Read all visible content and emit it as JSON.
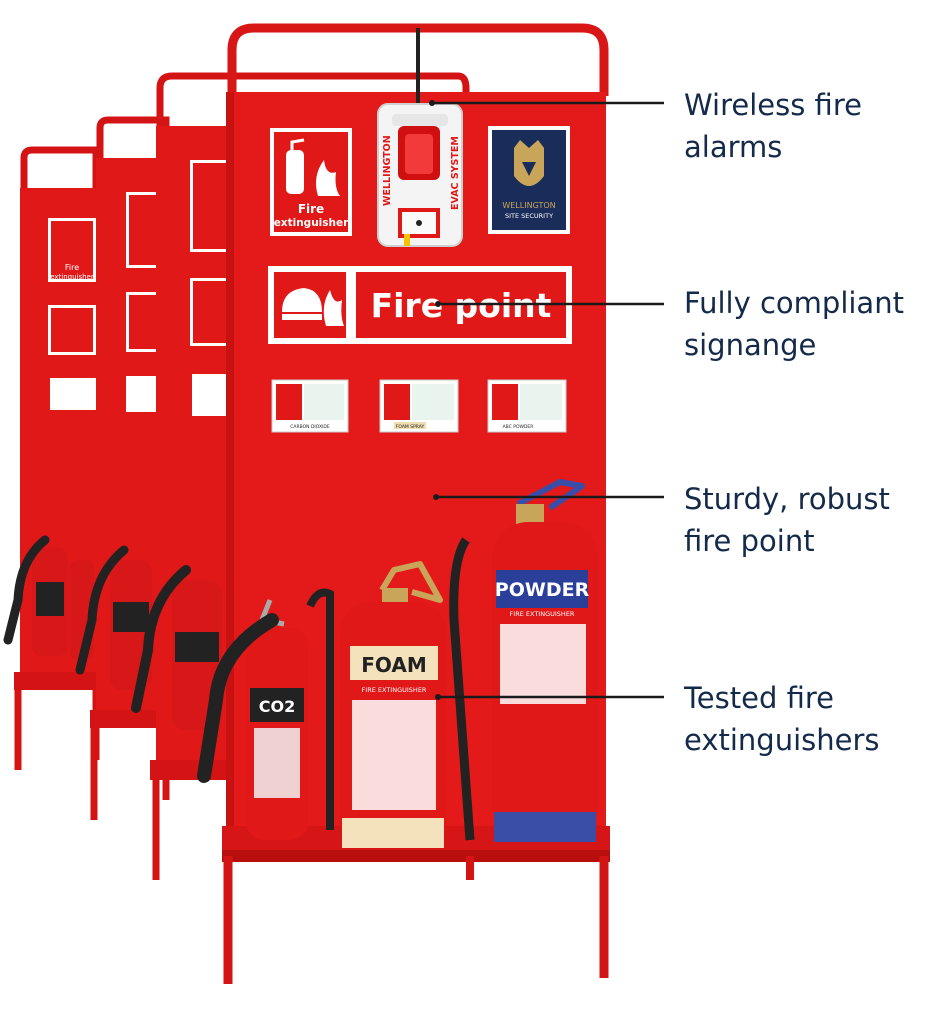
{
  "colors": {
    "stand_red": "#e01818",
    "callout_text": "#142a4a",
    "leader_line": "#1a1a1a",
    "logo_navy": "#1a2d5a",
    "logo_gold": "#c9a55a"
  },
  "callouts": [
    {
      "line1": "Wireless fire",
      "line2": "alarms"
    },
    {
      "line1": "Fully compliant",
      "line2": "signange"
    },
    {
      "line1": "Sturdy, robust",
      "line2": "fire point"
    },
    {
      "line1": "Tested fire",
      "line2": "extinguishers"
    }
  ],
  "signs": {
    "fire_ext_line1": "Fire",
    "fire_ext_line2": "extinguisher",
    "fire_point": "Fire point",
    "alarm_brand": "WELLINGTON",
    "alarm_system": "EVAC SYSTEM",
    "logo_line1": "WELLINGTON",
    "logo_line2": "SITE SECURITY",
    "id_sign_1": "CARBON DIOXIDE",
    "id_sign_2": "FOAM SPRAY",
    "id_sign_3": "ABC POWDER",
    "back_ext_line1": "Fire",
    "back_ext_line2": "extinguisher"
  },
  "extinguishers": {
    "co2": "CO2",
    "foam": "FOAM",
    "powder": "POWDER",
    "subtitle": "FIRE EXTINGUISHER"
  },
  "icons": [
    "extinguisher-icon",
    "flame-icon",
    "fire-alarm-icon",
    "call-point-icon",
    "lion-crest-icon",
    "fire-hose-icon"
  ]
}
